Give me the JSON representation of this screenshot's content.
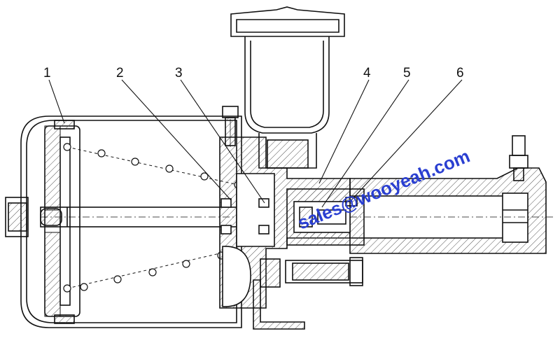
{
  "callouts": [
    {
      "label": "1"
    },
    {
      "label": "2"
    },
    {
      "label": "3"
    },
    {
      "label": "4"
    },
    {
      "label": "5"
    },
    {
      "label": "6"
    }
  ],
  "watermark": "sales@wooyeah.com",
  "colors": {
    "line": "#111111",
    "hatch": "#555555",
    "watermark": "#2a3fd1"
  }
}
